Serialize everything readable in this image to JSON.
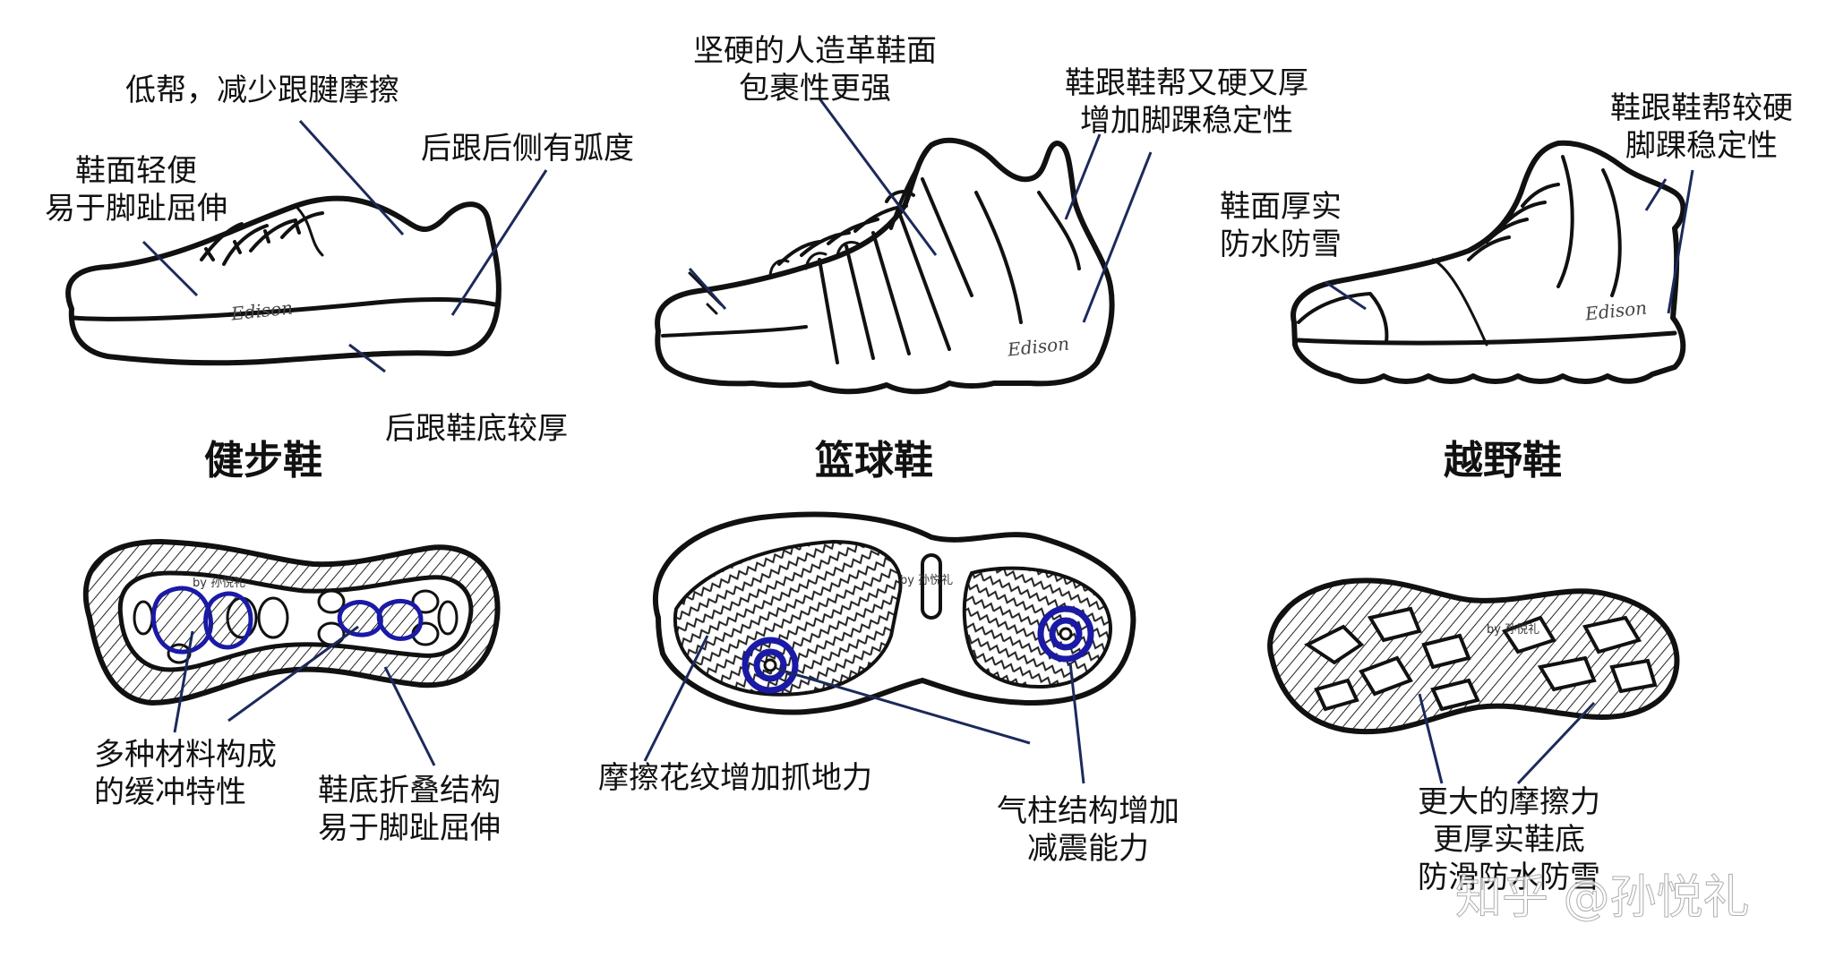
{
  "shoes": {
    "walking": {
      "title": "健步鞋",
      "ann_low_collar": "低帮，减少跟腱摩擦",
      "ann_upper_1": "鞋面轻便",
      "ann_upper_2": "易于脚趾屈伸",
      "ann_heel_curve": "后跟后侧有弧度",
      "ann_heel_sole": "后跟鞋底较厚",
      "sole_ann_cushion_1": "多种材料构成",
      "sole_ann_cushion_2": "的缓冲特性",
      "sole_ann_fold_1": "鞋底折叠结构",
      "sole_ann_fold_2": "易于脚趾屈伸"
    },
    "basketball": {
      "title": "篮球鞋",
      "ann_upper_1": "坚硬的人造革鞋面",
      "ann_upper_2": "包裹性更强",
      "ann_heel_1": "鞋跟鞋帮又硬又厚",
      "ann_heel_2": "增加脚踝稳定性",
      "sole_ann_traction": "摩擦花纹增加抓地力",
      "sole_ann_air_1": "气柱结构增加",
      "sole_ann_air_2": "减震能力"
    },
    "trail": {
      "title": "越野鞋",
      "ann_heel_1": "鞋跟鞋帮较硬",
      "ann_heel_2": "脚踝稳定性",
      "ann_upper_1": "鞋面厚实",
      "ann_upper_2": "防水防雪",
      "sole_ann_1": "更大的摩擦力",
      "sole_ann_2": "更厚实鞋底",
      "sole_ann_3": "防滑防水防雪"
    }
  },
  "brand_script": "Edison",
  "sole_signature": "by 孙悦礼",
  "watermark": "知乎 @孙悦礼",
  "colors": {
    "ink": "#111111",
    "accent_blue": "#1a1aa6",
    "pointer_navy": "#1c2a5a"
  }
}
